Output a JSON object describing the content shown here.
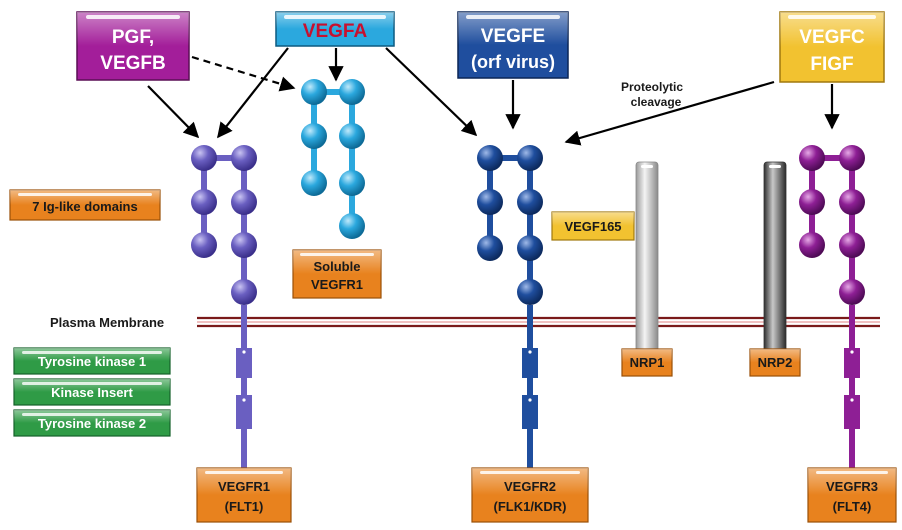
{
  "ligands": {
    "pgf_vegfb": {
      "line1": "PGF,",
      "line2": "VEGFB",
      "color": "#a31e9a"
    },
    "vegfa": {
      "text": "VEGFA",
      "text_color": "#c8102e",
      "color": "#2ba8de"
    },
    "vegfe": {
      "line1": "VEGFE",
      "line2": "(orf virus)",
      "color": "#1f4e9e"
    },
    "vegfc_figf": {
      "line1": "VEGFC",
      "line2": "FIGF",
      "color": "#f2c230"
    }
  },
  "annotations": {
    "proteolytic": {
      "line1": "Proteolytic",
      "line2": "cleavage"
    },
    "plasma_membrane": "Plasma Membrane"
  },
  "legend": {
    "ig_domains": {
      "text": "7 Ig-like domains",
      "color": "#e8821e"
    },
    "tyrosine_kinase_1": "Tyrosine kinase 1",
    "kinase_insert": "Kinase Insert",
    "tyrosine_kinase_2": "Tyrosine kinase 2",
    "kinase_color": "#2f9b46"
  },
  "receptors": {
    "vegfr1": {
      "line1": "VEGFR1",
      "line2": "(FLT1)",
      "color": "#6a5fc1"
    },
    "soluble_vegfr1": {
      "line1": "Soluble",
      "line2": "VEGFR1",
      "color": "#2ba8de"
    },
    "vegfr2": {
      "line1": "VEGFR2",
      "line2": "(FLK1/KDR)",
      "color": "#1f4e9e"
    },
    "vegfr3": {
      "line1": "VEGFR3",
      "line2": "(FLT4)",
      "color": "#8e1f95"
    },
    "nrp1": {
      "text": "NRP1",
      "color": "#d9d9d9"
    },
    "nrp2": {
      "text": "NRP2",
      "color": "#6e6e6e"
    },
    "vegf165": {
      "text": "VEGF165",
      "color": "#f2c230"
    }
  },
  "colors": {
    "label_orange": "#e8821e",
    "membrane": "#7a1a1a"
  }
}
